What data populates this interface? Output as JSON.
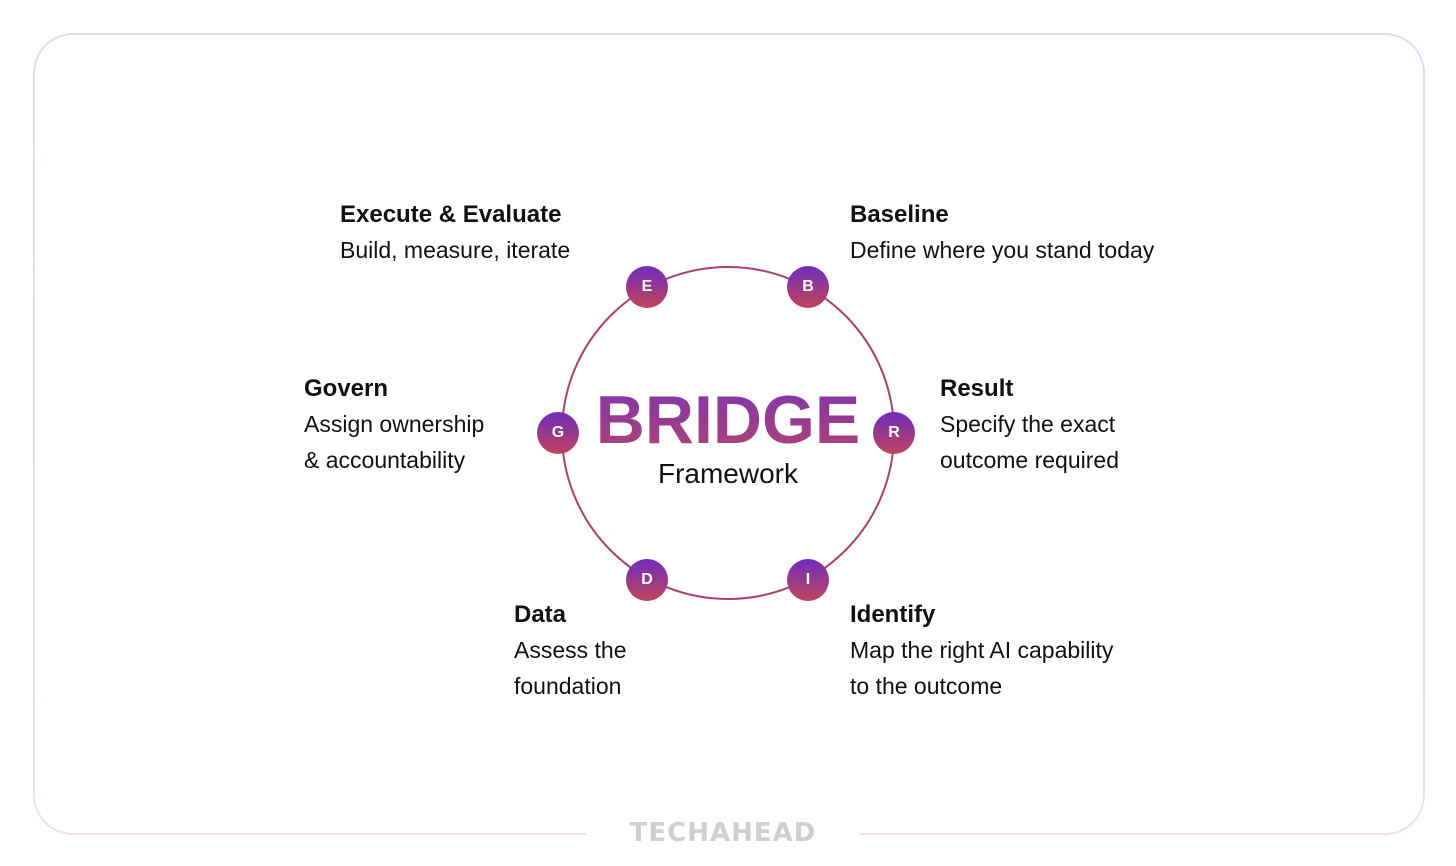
{
  "center": {
    "title": "BRIDGE",
    "subtitle": "Framework"
  },
  "steps": [
    {
      "letter": "B",
      "title": "Baseline",
      "description": "Define where you stand today"
    },
    {
      "letter": "R",
      "title": "Result",
      "description": "Specify the exact\noutcome required"
    },
    {
      "letter": "I",
      "title": "Identify",
      "description": "Map the right AI capability\nto the outcome"
    },
    {
      "letter": "D",
      "title": "Data",
      "description": "Assess the\nfoundation"
    },
    {
      "letter": "G",
      "title": "Govern",
      "description": "Assign ownership\n& accountability"
    },
    {
      "letter": "E",
      "title": "Execute & Evaluate",
      "description": "Build, measure, iterate"
    }
  ],
  "brand": {
    "logo": "TECHAHEAD"
  },
  "colors": {
    "node_top": "#6f2dbd",
    "node_bottom": "#c0445a",
    "ring": "#a8406e"
  }
}
